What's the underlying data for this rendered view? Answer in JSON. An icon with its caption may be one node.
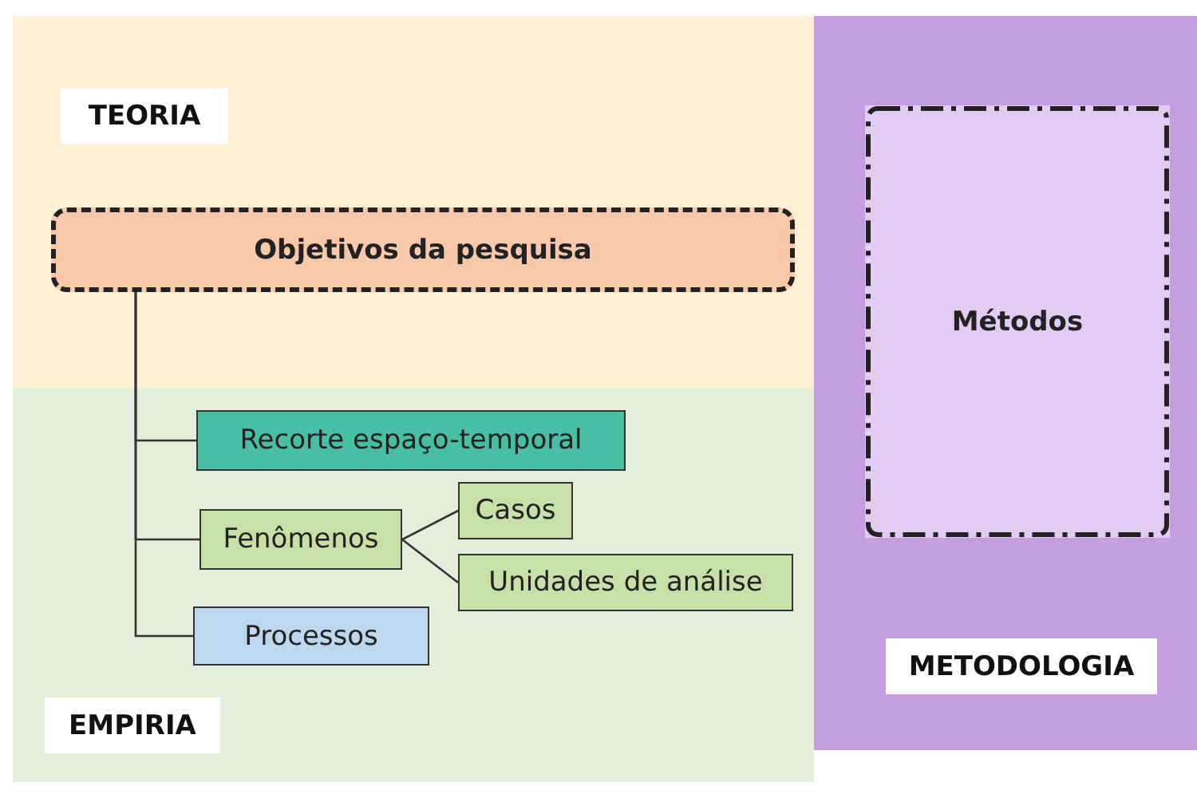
{
  "diagram": {
    "nodes": [
      {
        "text": [
          "TEORIA"
        ]
      },
      {
        "text": [
          "EMPIRIA"
        ]
      },
      {
        "text": [
          "METODOLOGIA"
        ]
      },
      {
        "text": [
          "Métodos"
        ],
        "in": 2
      },
      {
        "text": [
          "Objetivos da pesquisa"
        ],
        "in": 0
      },
      {
        "text": [
          "Recorte espaço-temporal"
        ],
        "in": 1
      },
      {
        "text": [
          "Fenômenos"
        ],
        "in": 1
      },
      {
        "text": [
          "Casos"
        ],
        "in": 1
      },
      {
        "text": [
          "Unidades de análise"
        ],
        "in": 1
      },
      {
        "text": [
          "Processos"
        ],
        "in": 1
      }
    ],
    "edges": [
      {
        "from": 4,
        "to": 5,
        "arrow": "none"
      },
      {
        "from": 4,
        "to": 6,
        "arrow": "none"
      },
      {
        "from": 4,
        "to": 9,
        "arrow": "none"
      },
      {
        "from": 6,
        "to": 7,
        "arrow": "none"
      },
      {
        "from": 6,
        "to": 8,
        "arrow": "none"
      }
    ]
  }
}
